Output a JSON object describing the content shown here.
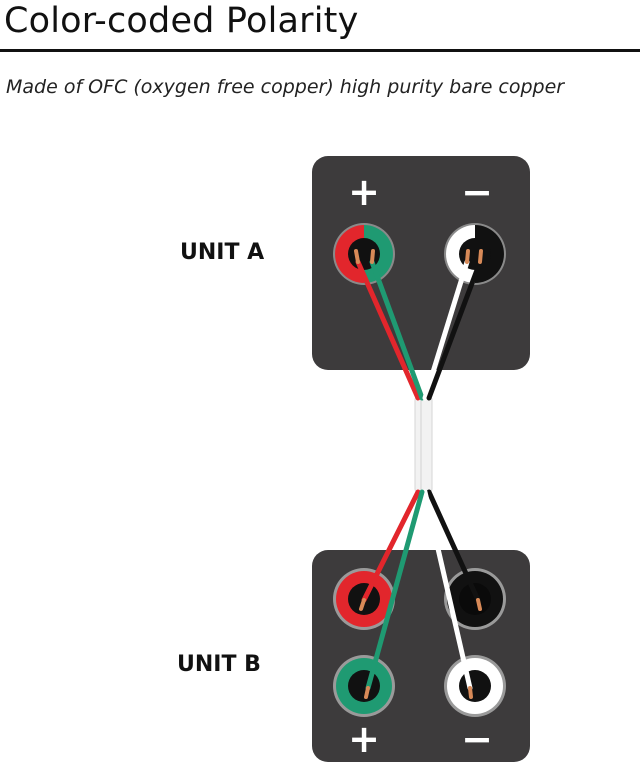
{
  "title": "Color-coded Polarity",
  "subtitle": "Made of  OFC (oxygen free copper) high purity bare copper",
  "units": [
    {
      "label": "UNIT A",
      "positive_symbol": "+",
      "negative_symbol": "−"
    },
    {
      "label": "UNIT B",
      "positive_symbol": "+",
      "negative_symbol": "−"
    }
  ],
  "colors": {
    "panel": "#3d3b3c",
    "red_wire": "#e2262c",
    "green_wire": "#1f9a72",
    "white_wire": "#ffffff",
    "black_wire": "#111111",
    "copper": "#d88a58",
    "sheath": "#f2f2f2"
  }
}
